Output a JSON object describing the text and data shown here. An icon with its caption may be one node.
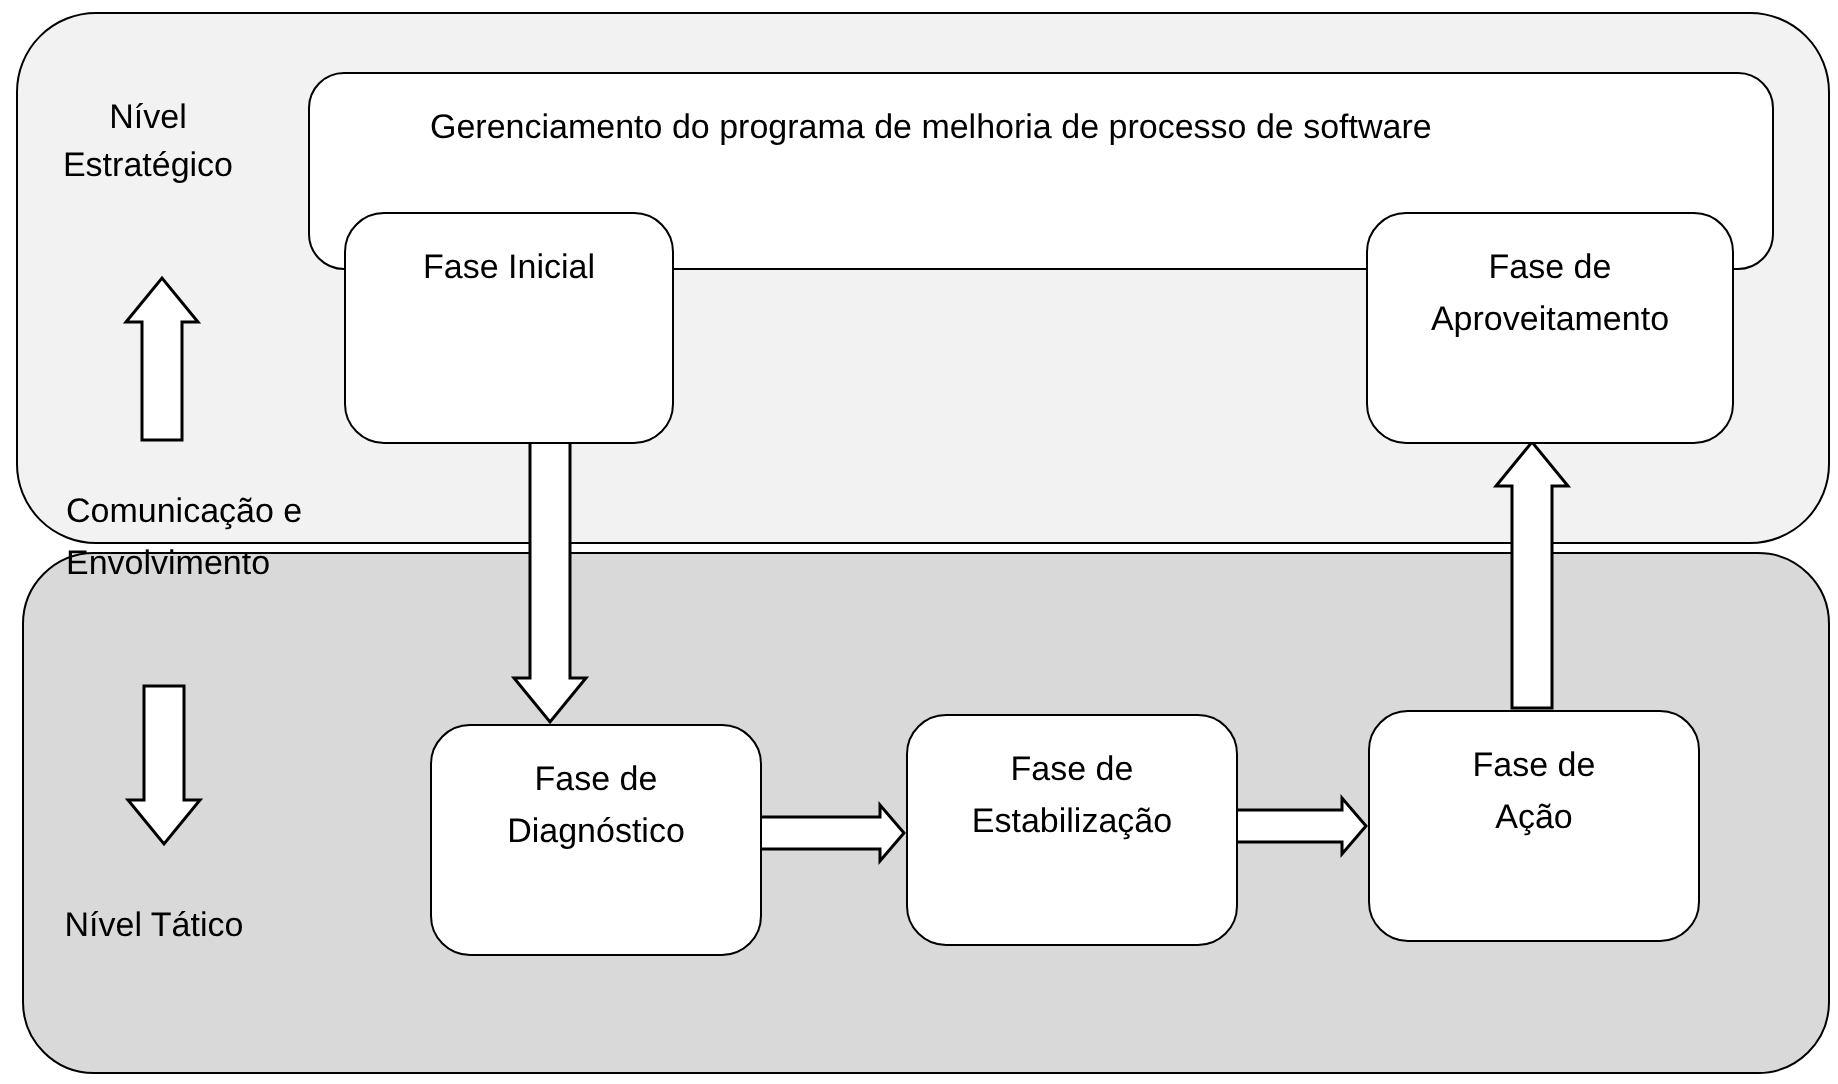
{
  "diagram": {
    "nodes": [
      {
        "text": [
          "Nível Estratégico"
        ]
      },
      {
        "text": [
          "Gerenciamento do programa de melhoria de processo de software"
        ],
        "in": 0
      },
      {
        "text": [
          "Fase Inicial"
        ],
        "in": 0
      },
      {
        "text": [
          "Fase de Aproveitamento"
        ],
        "in": 0
      },
      {
        "text": [
          "Nível Tático"
        ]
      },
      {
        "text": [
          "Fase de Diagnóstico"
        ],
        "in": 4
      },
      {
        "text": [
          "Fase de Estabilização"
        ],
        "in": 4
      },
      {
        "text": [
          "Fase de Ação"
        ],
        "in": 4
      }
    ],
    "edges": [
      {
        "from": 2,
        "to": 5,
        "arrow": "to"
      },
      {
        "from": 5,
        "to": 6,
        "arrow": "to"
      },
      {
        "from": 6,
        "to": 7,
        "arrow": "to"
      },
      {
        "from": 7,
        "to": 3,
        "arrow": "to"
      }
    ],
    "labels": [
      "Comunicação e Envolvimento"
    ]
  }
}
